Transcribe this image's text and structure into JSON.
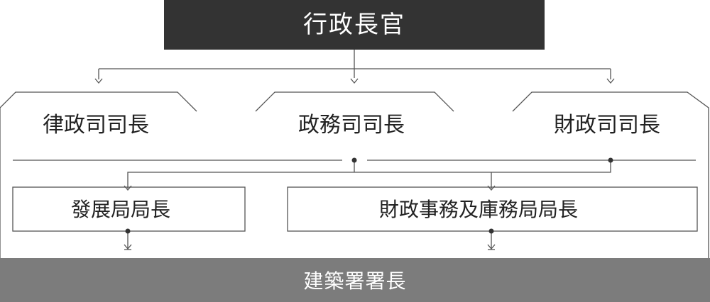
{
  "colors": {
    "top_fill": "#333333",
    "bottom_fill": "#7c7c7c",
    "line": "#555555",
    "text": "#222222",
    "text_on_dark": "#ffffff"
  },
  "chief_executive": "行政長官",
  "secretaries": {
    "justice": "律政司司長",
    "admin": "政務司司長",
    "financial": "財政司司長"
  },
  "bureaus": {
    "development": "發展局局長",
    "financial_services": "財政事務及庫務局局長"
  },
  "department": "建築署署長"
}
